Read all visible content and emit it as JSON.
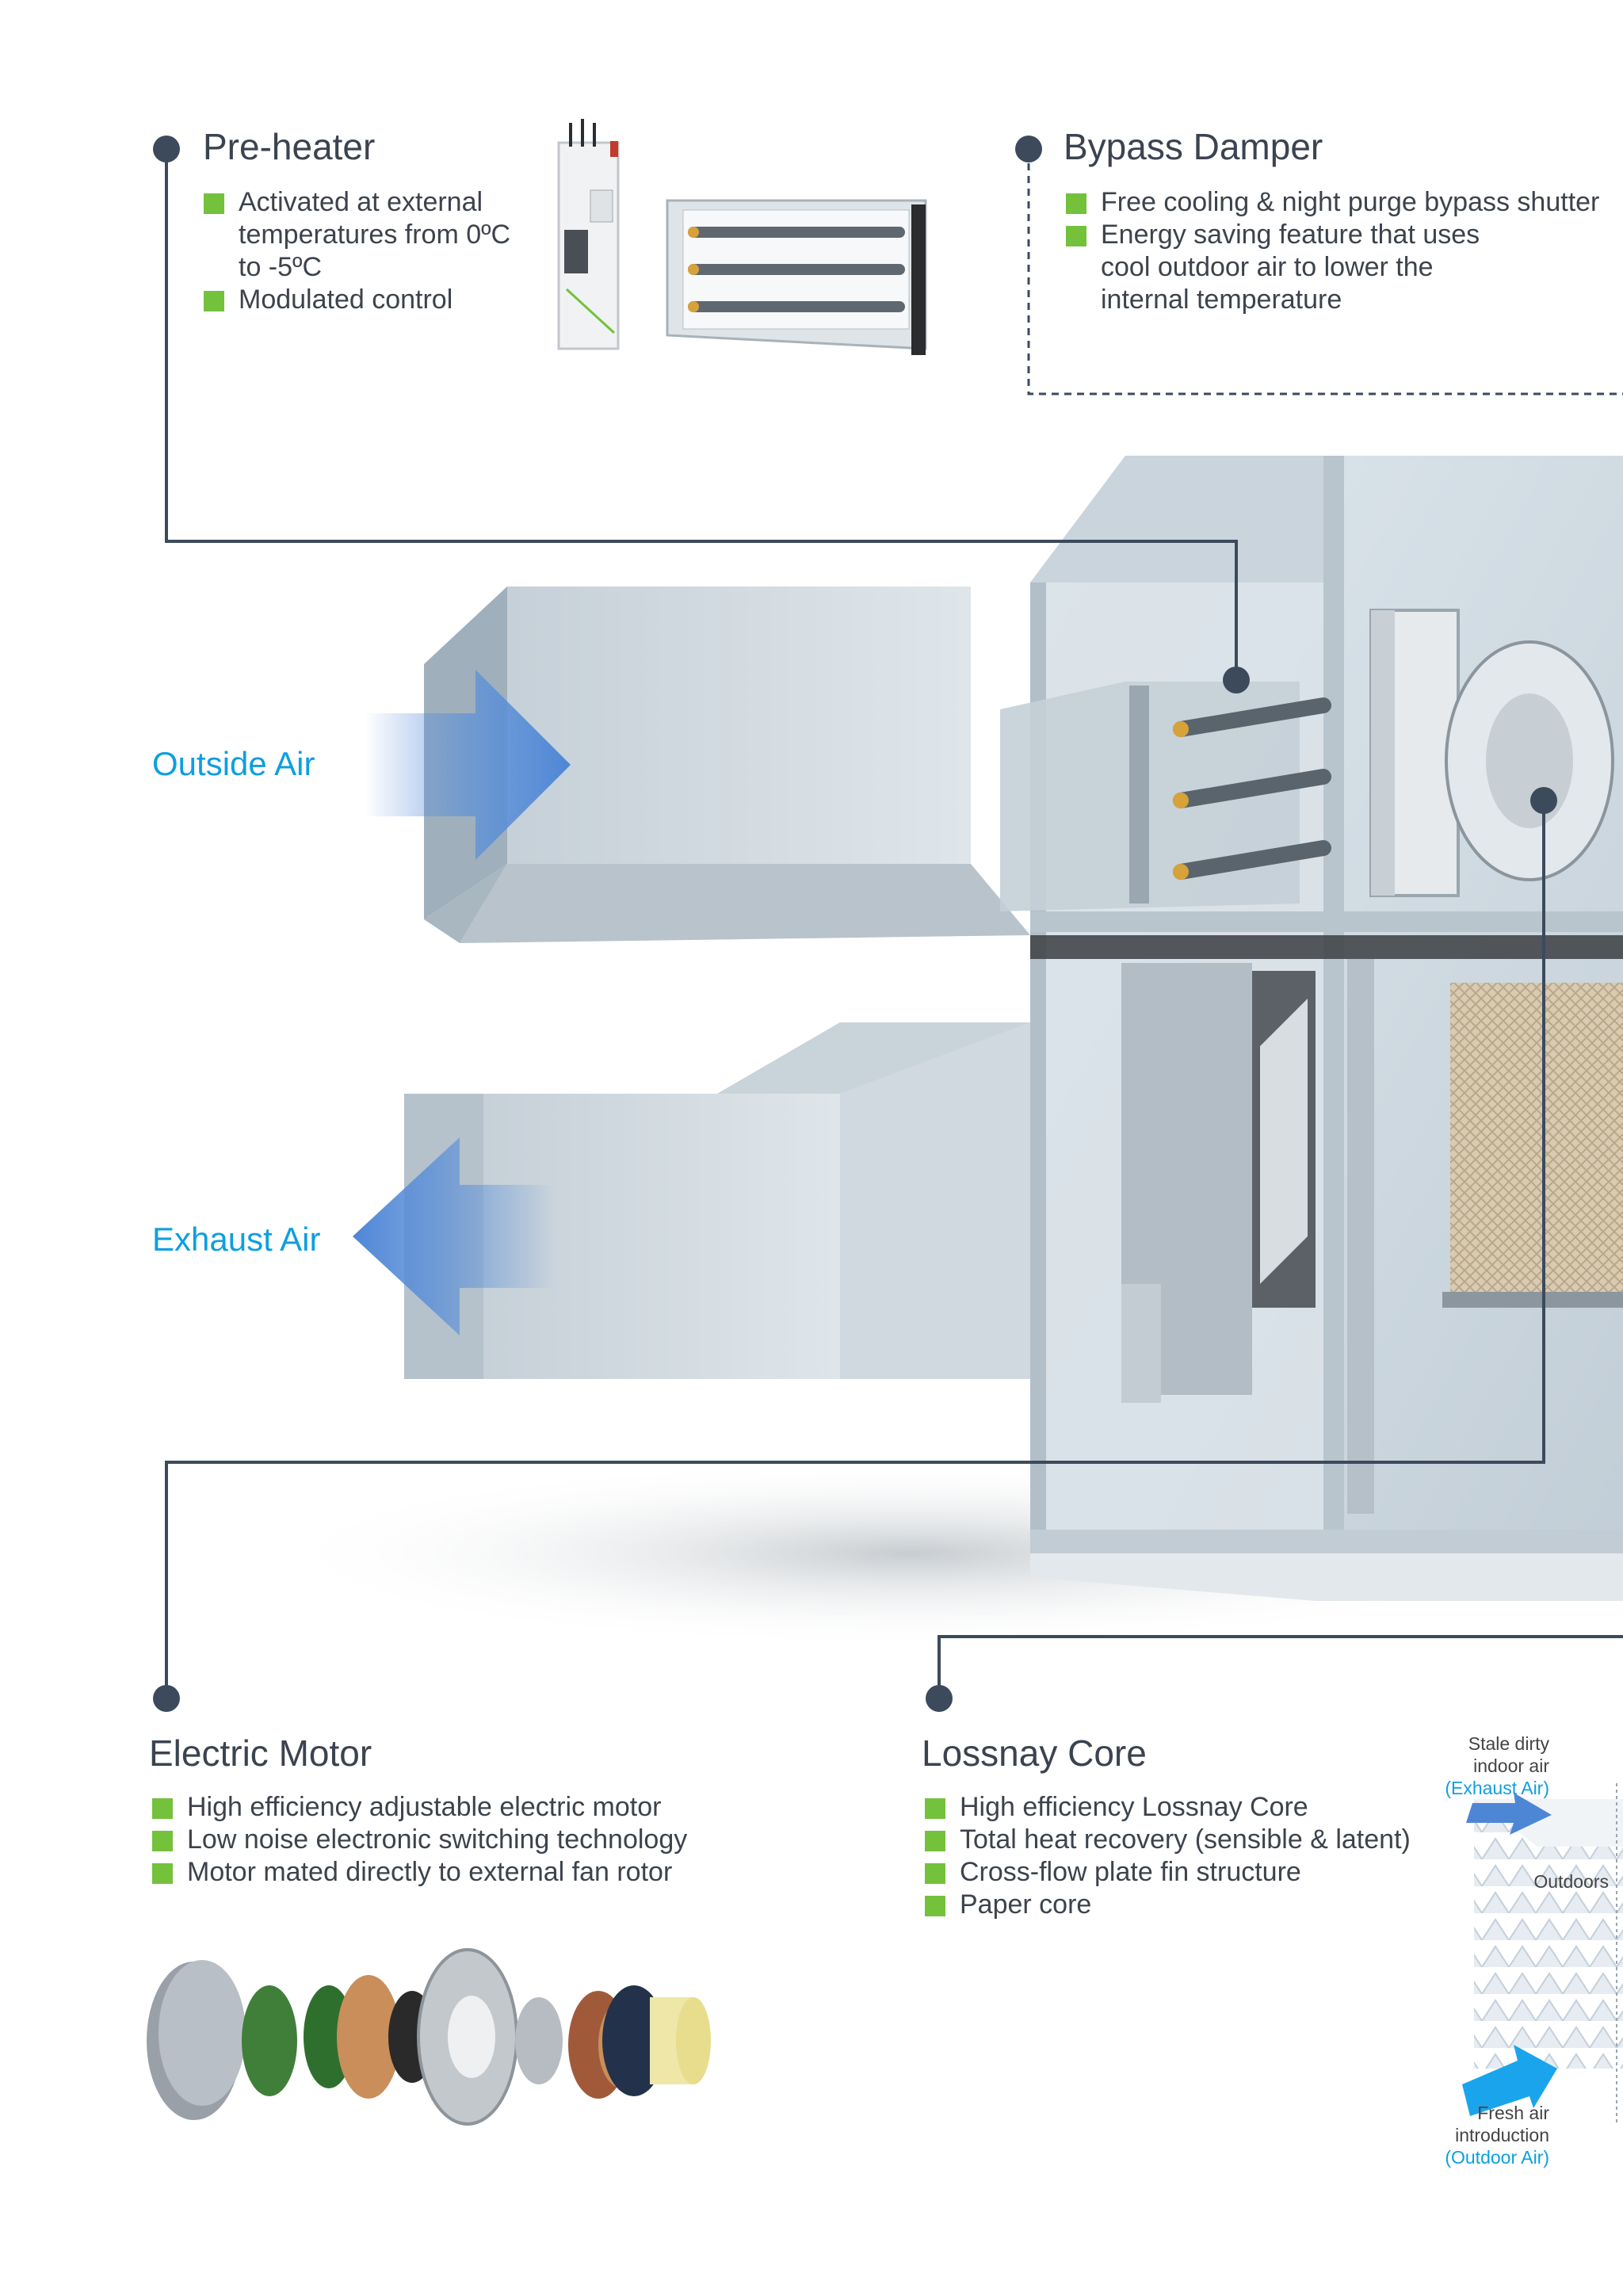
{
  "preheater": {
    "title": "Pre-heater",
    "bullets": [
      "Activated at external temperatures from 0ºC to -5ºC",
      "Modulated control"
    ]
  },
  "bypass": {
    "title": "Bypass Damper",
    "bullets": [
      "Free cooling & night purge bypass shutter",
      "Energy saving feature that uses cool outdoor air to lower the internal temperature"
    ]
  },
  "airflow": {
    "outside": "Outside Air",
    "exhaust": "Exhaust Air"
  },
  "motor": {
    "title": "Electric Motor",
    "bullets": [
      "High efficiency adjustable electric motor",
      "Low noise electronic switching technology",
      "Motor mated directly to external fan rotor"
    ]
  },
  "core": {
    "title": "Lossnay Core",
    "bullets": [
      "High efficiency Lossnay Core",
      "Total heat recovery (sensible & latent)",
      "Cross-flow plate fin structure",
      "Paper core"
    ],
    "stale_line1": "Stale dirty",
    "stale_line2": "indoor air",
    "stale_paren": "(Exhaust Air)",
    "outdoors": "Outdoors",
    "fresh_line1": "Fresh air",
    "fresh_line2": "introduction",
    "fresh_paren": "(Outdoor Air)"
  },
  "colors": {
    "accent_blue": "#0d9fe0",
    "bullet_green": "#74c13c",
    "line_dark": "#3c4a5c"
  }
}
